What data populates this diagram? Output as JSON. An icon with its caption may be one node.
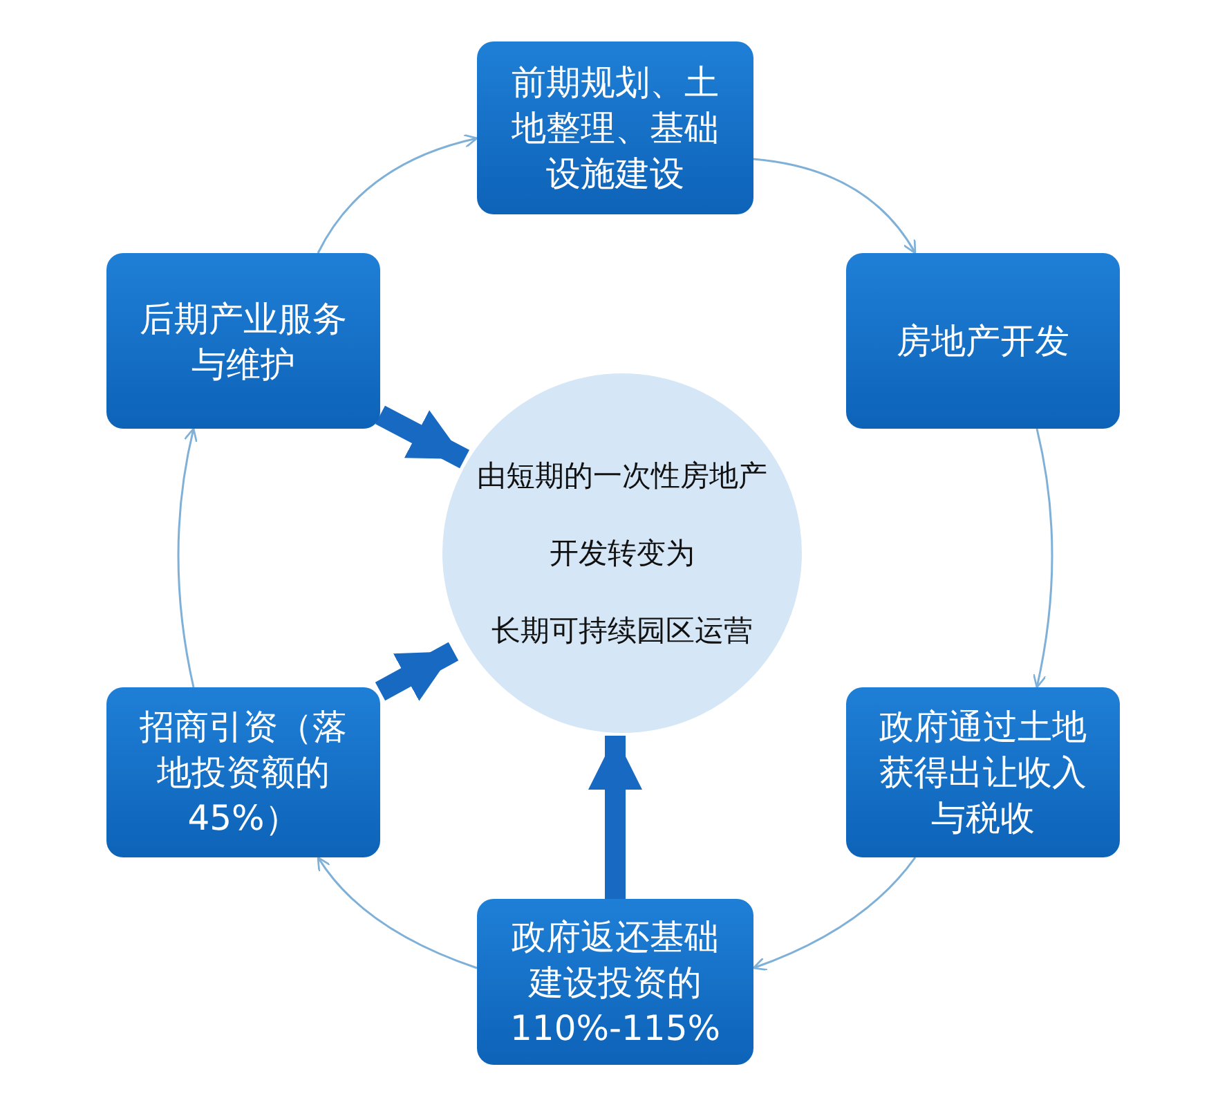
{
  "diagram": {
    "nodes": [
      {
        "text": [
          "前期规划、土地整理、基础设施建设"
        ]
      },
      {
        "text": [
          "房地产开发"
        ]
      },
      {
        "text": [
          "政府通过土地获得出让收入与税收"
        ]
      },
      {
        "text": [
          "政府返还基础建设投资的110%-115%"
        ]
      },
      {
        "text": [
          "招商引资（落地投资额的45%）"
        ]
      },
      {
        "text": [
          "后期产业服务与维护"
        ]
      },
      {
        "text": [
          "由短期的一次性房地产",
          "开发转变为",
          "长期可持续园区运营"
        ]
      }
    ],
    "edges": [
      {
        "from": 0,
        "to": 1,
        "arrow": "to"
      },
      {
        "from": 1,
        "to": 2,
        "arrow": "to"
      },
      {
        "from": 2,
        "to": 3,
        "arrow": "to"
      },
      {
        "from": 3,
        "to": 4,
        "arrow": "to"
      },
      {
        "from": 4,
        "to": 5,
        "arrow": "to"
      },
      {
        "from": 5,
        "to": 0,
        "arrow": "to"
      },
      {
        "from": 5,
        "to": 6,
        "arrow": "to",
        "style": "thick",
        "color": "#1769c2"
      },
      {
        "from": 4,
        "to": 6,
        "arrow": "to",
        "style": "thick",
        "color": "#1769c2"
      },
      {
        "from": 3,
        "to": 6,
        "arrow": "to",
        "style": "thick",
        "color": "#1769c2"
      }
    ]
  }
}
